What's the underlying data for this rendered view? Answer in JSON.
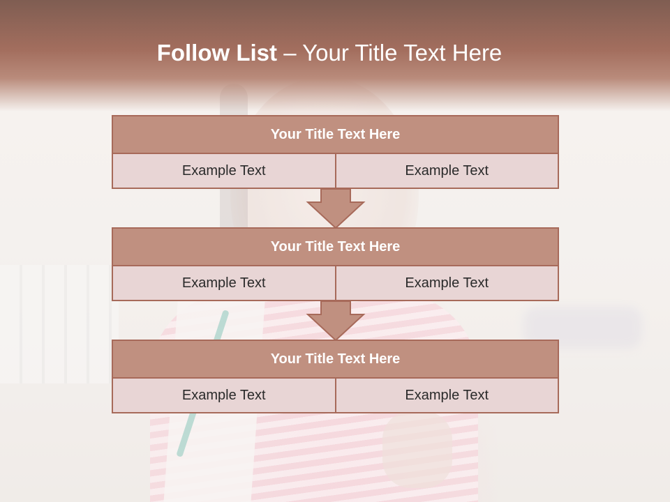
{
  "slide": {
    "title_bold": "Follow List",
    "title_rest": "– Your Title Text Here"
  },
  "blocks": [
    {
      "title": "Your Title Text Here",
      "cells": [
        "Example Text",
        "Example Text"
      ]
    },
    {
      "title": "Your Title Text Here",
      "cells": [
        "Example Text",
        "Example Text"
      ]
    },
    {
      "title": "Your Title Text Here",
      "cells": [
        "Example Text",
        "Example Text"
      ]
    }
  ],
  "colors": {
    "banner": "#a36e5e",
    "block_title_fill": "#c09080",
    "block_border": "#a76a5a",
    "cell_fill": "#e8d5d5",
    "arrow_fill": "#c09080"
  },
  "icons": {
    "connector": "arrow-down-icon"
  }
}
